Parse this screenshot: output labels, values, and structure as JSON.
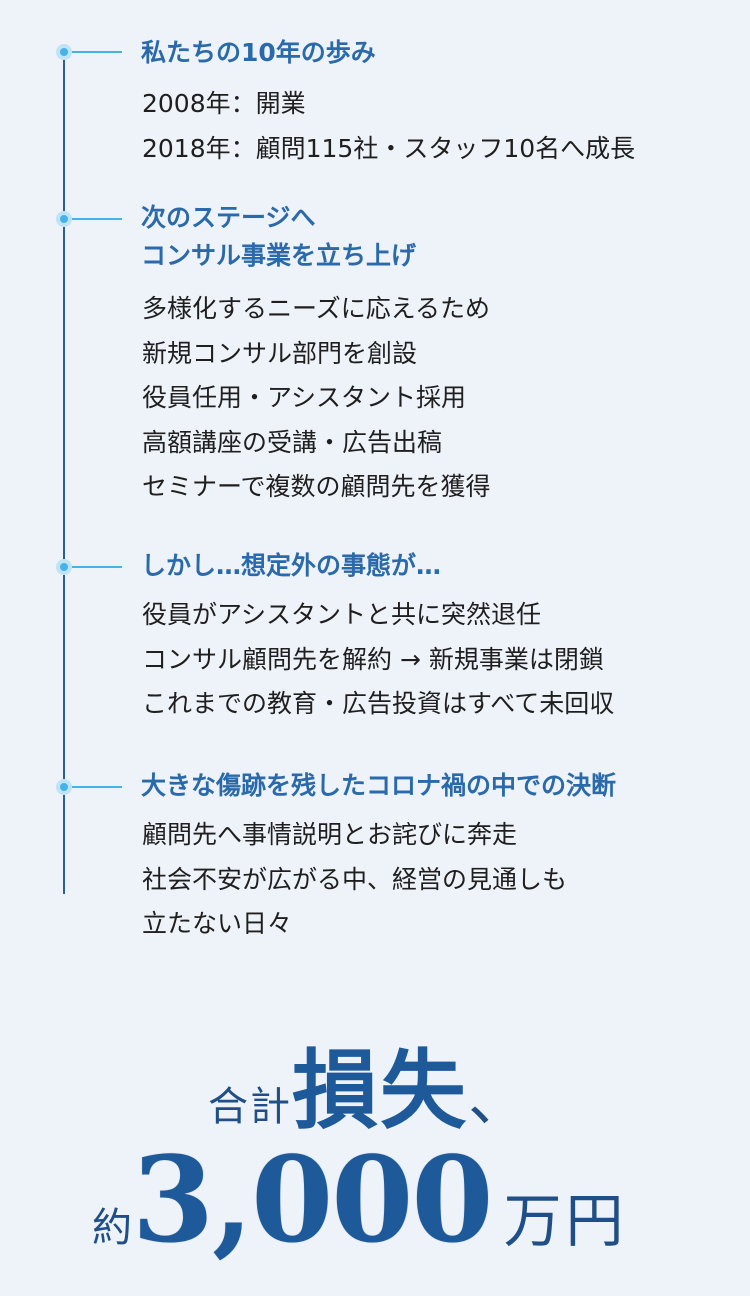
{
  "timeline": [
    {
      "heading": [
        "私たちの10年の歩み"
      ],
      "lines": [
        "2008年：開業",
        "2018年：顧問115社・スタッフ10名へ成長"
      ]
    },
    {
      "heading": [
        "次のステージへ",
        "コンサル事業を立ち上げ"
      ],
      "lines": [
        "多様化するニーズに応えるため",
        "新規コンサル部門を創設",
        "役員任用・アシスタント採用",
        "高額講座の受講・広告出稿",
        "セミナーで複数の顧問先を獲得"
      ]
    },
    {
      "heading": [
        "しかし…想定外の事態が…"
      ],
      "lines": [
        "役員がアシスタントと共に突然退任",
        "コンサル顧問先を解約 → 新規事業は閉鎖",
        "これまでの教育・広告投資はすべて未回収"
      ]
    },
    {
      "heading": [
        "大きな傷跡を残したコロナ禍の中での決断"
      ],
      "lines": [
        "顧問先へ事情説明とお詫びに奔走",
        "社会不安が広がる中、経営の見通しも",
        "立たない日々"
      ]
    }
  ],
  "summary": {
    "label_total": "合計",
    "label_loss": "損失",
    "comma": "、",
    "prefix_approx": "約",
    "amount": "3,000",
    "unit": "万円"
  },
  "colors": {
    "background": "#eef2f9",
    "heading": "#2a6aab",
    "timeline": "#2a5e96",
    "accent": "#45b3e6",
    "summary": "#1e5a9a"
  }
}
